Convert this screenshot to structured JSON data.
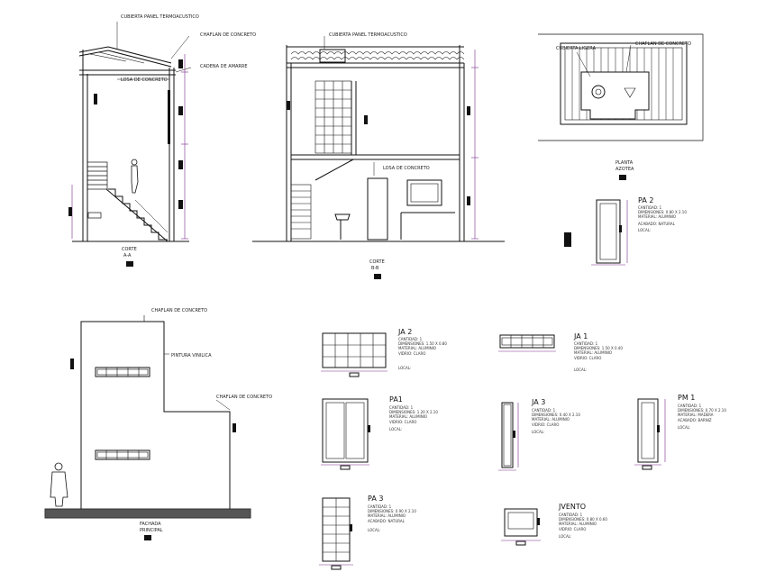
{
  "sheet": {
    "section_1": {
      "callouts": [
        "CUBIERTA PANEL TERMOACUSTICO",
        "CHAFLAN DE CONCRETO",
        "CADENA DE AMARRE",
        "LOSA DE CONCRETO"
      ],
      "caption": [
        "CORTE",
        "A-A"
      ]
    },
    "section_2": {
      "callouts": [
        "CUBIERTA PANEL TERMOACUSTICO",
        "LOSA DE CONCRETO"
      ],
      "caption": [
        "CORTE",
        "B-B"
      ]
    },
    "roof_plan": {
      "callouts": [
        "CUBIERTA LIGERA",
        "CHAFLAN DE CONCRETO"
      ],
      "caption": [
        "PLANTA",
        "AZOTEA"
      ]
    },
    "facade": {
      "callouts": [
        "CHAFLAN DE CONCRETO",
        "PINTURA VINILICA",
        "CHAFLAN DE CONCRETO"
      ],
      "caption": [
        "FACHADA",
        "PRINCIPAL"
      ]
    },
    "schedule": [
      {
        "id": "door-pa2",
        "tag": "PA 2",
        "lines": [
          "CANTIDAD: 1",
          "DIMENSIONES: 0.80 X 2.10",
          "MATERIAL: ALUMINIO",
          "ACABADO: NATURAL",
          "LOCAL:"
        ]
      },
      {
        "id": "window-ja2",
        "tag": "JA 2",
        "lines": [
          "CANTIDAD: 1",
          "DIMENSIONES: 1.50 X 0.80",
          "MATERIAL: ALUMINIO",
          "VIDRIO: CLARO",
          "LOCAL:"
        ]
      },
      {
        "id": "window-ja1",
        "tag": "JA 1",
        "lines": [
          "CANTIDAD: 1",
          "DIMENSIONES: 1.50 X 0.40",
          "MATERIAL: ALUMINIO",
          "VIDRIO: CLARO",
          "LOCAL:"
        ]
      },
      {
        "id": "door-pa1",
        "tag": "PA1",
        "lines": [
          "CANTIDAD: 1",
          "DIMENSIONES: 1.20 X 2.10",
          "MATERIAL: ALUMINIO",
          "VIDRIO: CLARO",
          "LOCAL:"
        ]
      },
      {
        "id": "window-ja3",
        "tag": "JA 3",
        "lines": [
          "CANTIDAD: 1",
          "DIMENSIONES: 0.40 X 2.10",
          "MATERIAL: ALUMINIO",
          "VIDRIO: CLARO",
          "LOCAL:"
        ]
      },
      {
        "id": "door-pm1",
        "tag": "PM 1",
        "lines": [
          "CANTIDAD: 1",
          "DIMENSIONES: 0.70 X 2.10",
          "MATERIAL: MADERA",
          "ACABADO: BARNIZ",
          "LOCAL:"
        ]
      },
      {
        "id": "door-pa3",
        "tag": "PA 3",
        "lines": [
          "CANTIDAD: 1",
          "DIMENSIONES: 0.90 X 2.10",
          "MATERIAL: ALUMINIO",
          "ACABADO: NATURAL",
          "LOCAL:"
        ]
      },
      {
        "id": "window-vent",
        "tag": "JVENTO",
        "lines": [
          "CANTIDAD: 1",
          "DIMENSIONES: 0.80 X 0.60",
          "MATERIAL: ALUMINIO",
          "VIDRIO: CLARO",
          "LOCAL:"
        ]
      }
    ]
  },
  "colors": {
    "line": "#111111",
    "dim": "#7a2a8a",
    "hatch": "#555555",
    "ground": "#555555"
  }
}
